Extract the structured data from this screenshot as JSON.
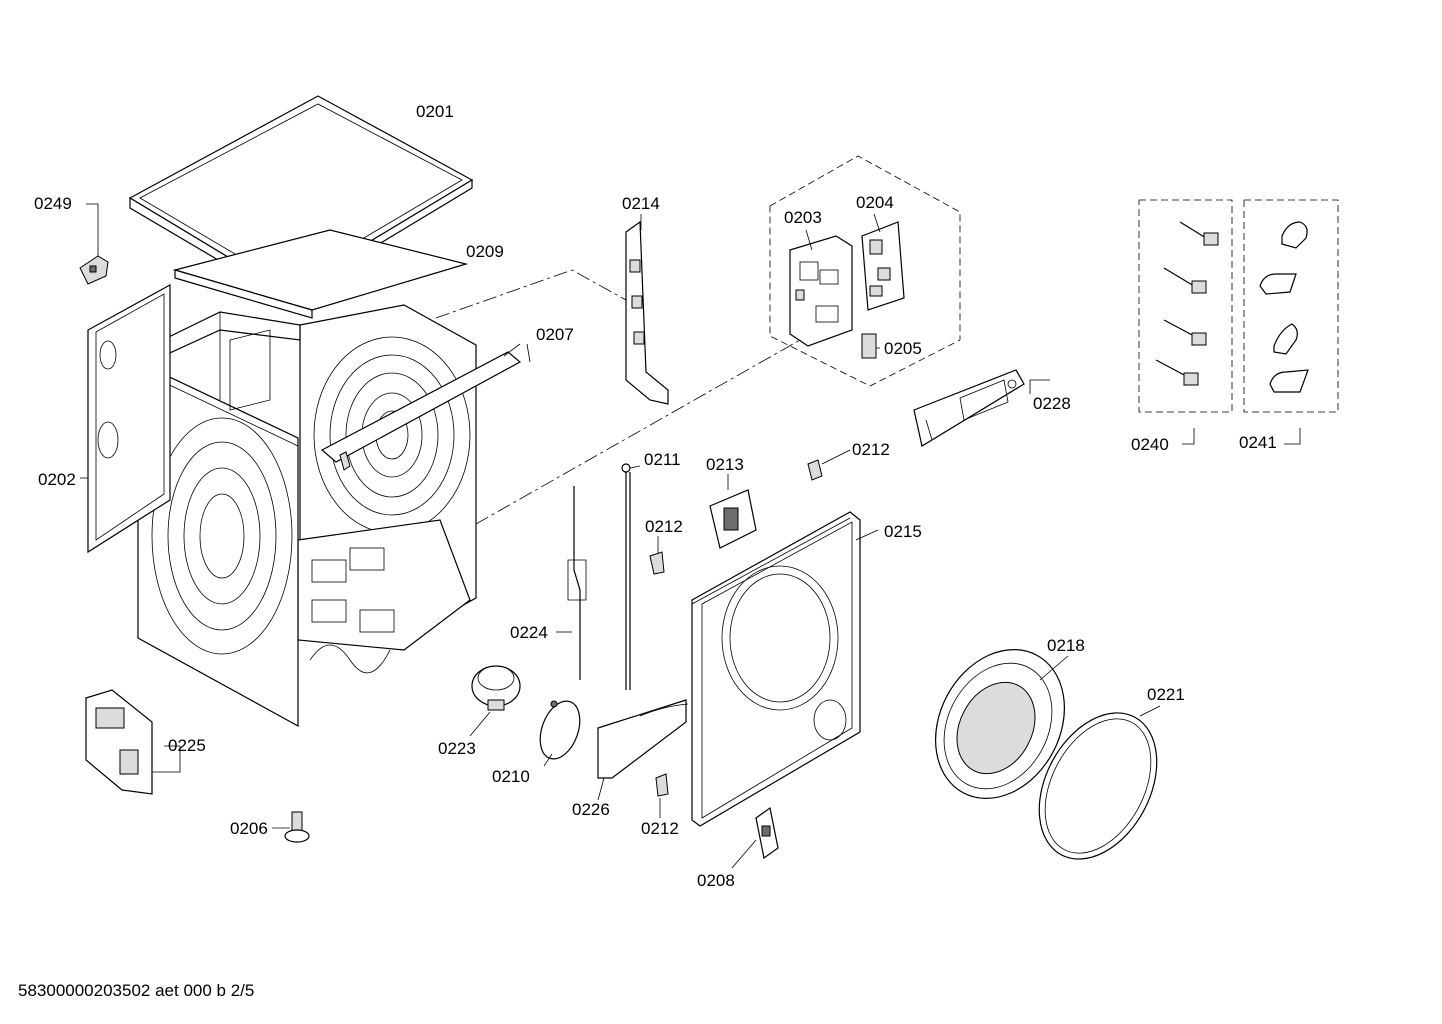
{
  "diagram": {
    "labels": {
      "p0201": "0201",
      "p0249": "0249",
      "p0214": "0214",
      "p0203": "0203",
      "p0204": "0204",
      "p0209": "0209",
      "p0207": "0207",
      "p0205": "0205",
      "p0228": "0228",
      "p0240": "0240",
      "p0241": "0241",
      "p0202": "0202",
      "p0211": "0211",
      "p0213": "0213",
      "p0212a": "0212",
      "p0212b": "0212",
      "p0212c": "0212",
      "p0215": "0215",
      "p0224": "0224",
      "p0218": "0218",
      "p0221": "0221",
      "p0225": "0225",
      "p0223": "0223",
      "p0210": "0210",
      "p0226": "0226",
      "p0206": "0206",
      "p0208": "0208"
    }
  },
  "footer": {
    "doc_code": "58300000203502 aet 000 b 2/5"
  }
}
